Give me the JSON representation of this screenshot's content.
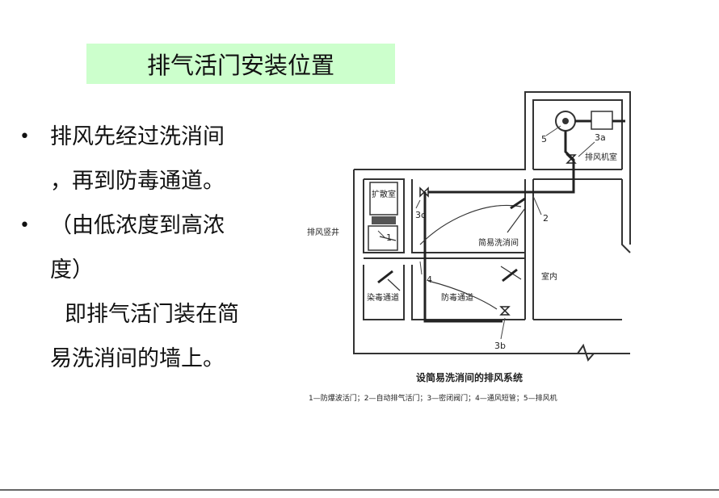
{
  "slide": {
    "title": "排气活门安装位置",
    "bullets": [
      {
        "line1": "排风先经过洗消间",
        "line2": "，再到防毒通道。"
      },
      {
        "line1": "（由低浓度到高浓",
        "line2": "度）"
      }
    ],
    "para": {
      "line1": "即排气活门装在简",
      "line2": "易洗消间的墙上。"
    }
  },
  "figure": {
    "labels": {
      "kuosan": "扩散室",
      "paifeng_shujing": "排风竖井",
      "jianyi_xixiao": "简易洗消间",
      "shinei": "室内",
      "randu_tongdao": "染毒通道",
      "fangdu_tongdao": "防毒通道",
      "paifeng_jishi": "排风机室",
      "n1": "1",
      "n2": "2",
      "n3a": "3a",
      "n3b": "3b",
      "n3c": "3c",
      "n4": "4",
      "n5": "5"
    },
    "caption": "设简易洗消间的排风系统",
    "legend": "1—防爆波活门；2—自动排气活门；3—密闭阀门；4—通风短管；5—排风机"
  }
}
